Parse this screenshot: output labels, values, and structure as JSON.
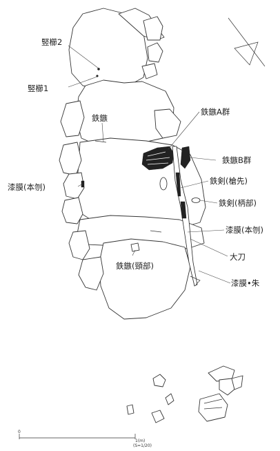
{
  "labels": {
    "comb2": "竪櫛2",
    "comb1": "竪櫛1",
    "arrowhead": "鉄鏃",
    "arrowhead_a": "鉄鏃A群",
    "arrowhead_b": "鉄鏃B群",
    "lacquer_left": "漆膜(本刎)",
    "sword_tip": "鉄剣(槍先)",
    "sword_hilt": "鉄剣(柄部)",
    "lacquer_right": "漆膜(本刎)",
    "tachi": "大刀",
    "arrowhead_neck": "鉄鏃(頸部)",
    "lacquer_vermilion": "漆膜•朱"
  },
  "scale": {
    "start": "0",
    "end": "1(m)",
    "ratio": "(S=1/20)"
  }
}
